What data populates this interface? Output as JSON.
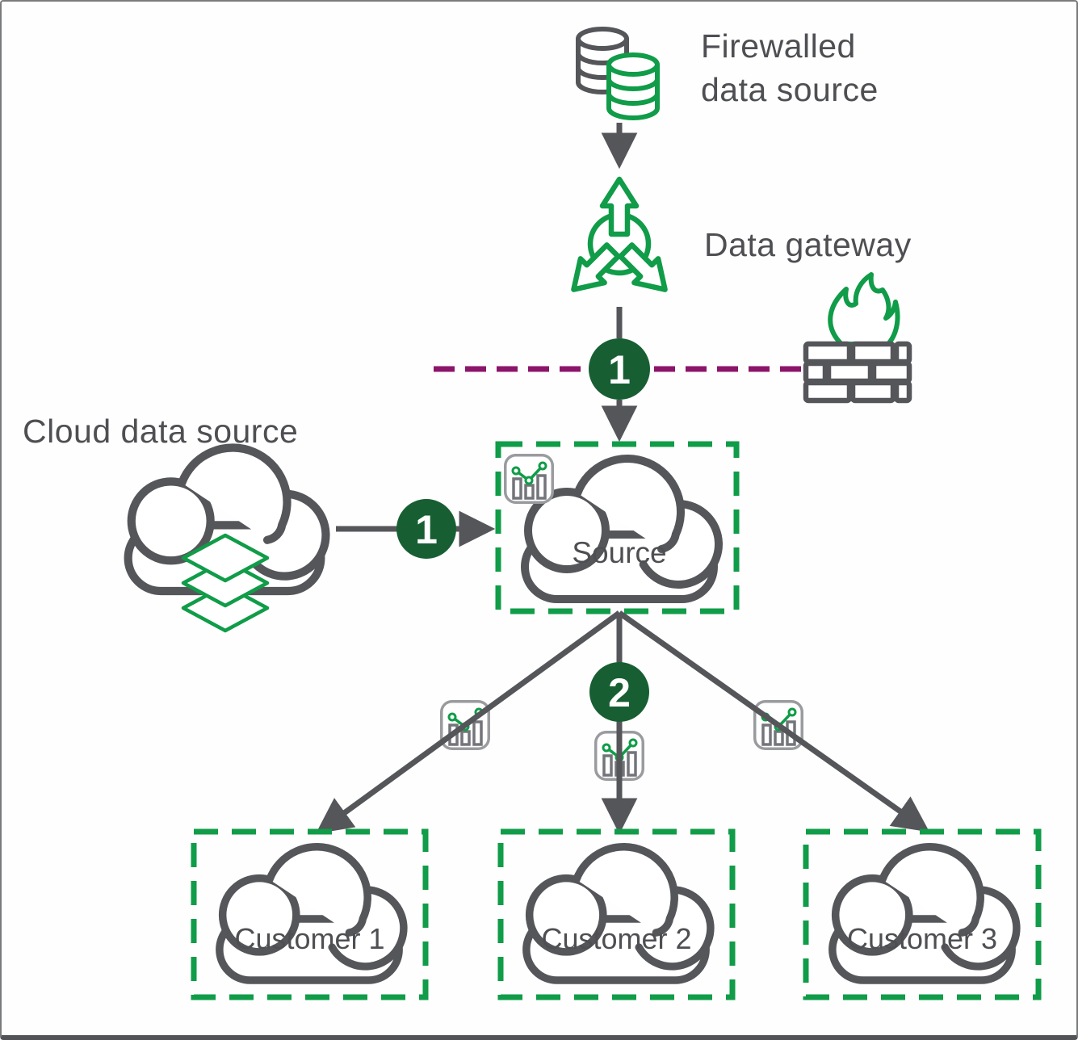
{
  "diagram": {
    "colors": {
      "green": "#109C48",
      "dark_green": "#175F33",
      "purple": "#8B156A",
      "line_gray": "#55565A",
      "text_gray": "#4E4F52",
      "icon_border_gray": "#9A9B9E"
    },
    "nodes": {
      "firewalled_source": {
        "label": "Firewalled\ndata source",
        "icon": "database-stack-icon"
      },
      "data_gateway": {
        "label": "Data gateway",
        "icon": "gateway-icon"
      },
      "firewall": {
        "icon": "firewall-bricks-flame-icon"
      },
      "cloud_data_source": {
        "label": "Cloud data source",
        "icon": "cloud-layers-icon"
      },
      "source": {
        "label": "Source",
        "icon": "cloud-icon",
        "badge_icon": "analytics-chart-icon"
      },
      "customers": [
        {
          "label": "Customer 1"
        },
        {
          "label": "Customer 2"
        },
        {
          "label": "Customer 3"
        }
      ]
    },
    "badges": {
      "firewall_step": "1",
      "cloud_step": "1",
      "distribute_step": "2"
    }
  }
}
